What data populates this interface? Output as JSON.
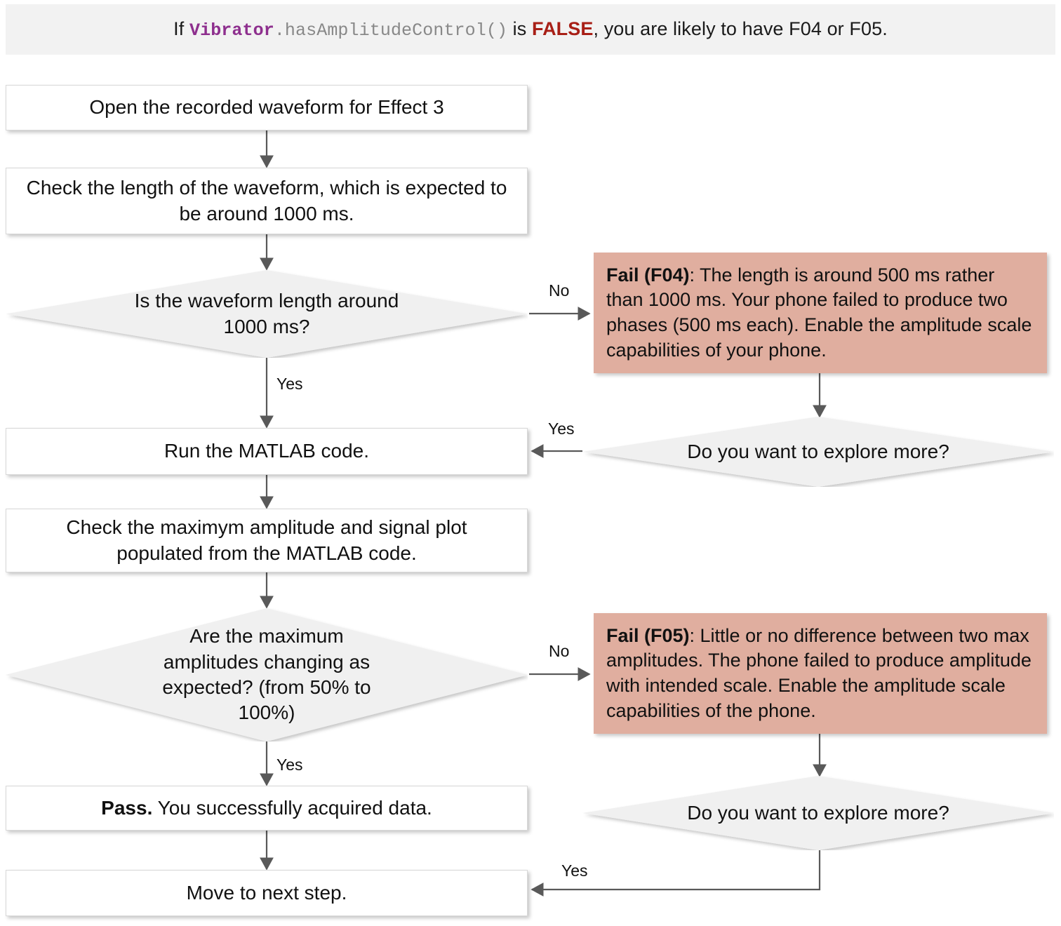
{
  "banner": {
    "prefix": "If ",
    "class_name": "Vibrator",
    "method": ".hasAmplitudeControl()",
    "mid": " is ",
    "false_word": "FALSE",
    "suffix": ", you are likely to have F04 or F05."
  },
  "nodes": {
    "open_waveform": {
      "label": "Open the recorded waveform for Effect 3"
    },
    "check_length": {
      "label": "Check the length of the waveform, which is expected to be around 1000 ms."
    },
    "decide_length": {
      "label": "Is the waveform length around 1000 ms?"
    },
    "fail_f04": {
      "bold": "Fail (F04)",
      "rest": ": The length is around 500 ms rather than 1000 ms. Your phone failed to produce two phases (500 ms each). Enable the amplitude scale capabilities of your phone."
    },
    "explore_more_top": {
      "label": "Do you want to explore more?"
    },
    "run_matlab": {
      "label": "Run the MATLAB code."
    },
    "check_amplitude": {
      "label": "Check the maximym amplitude and signal plot populated from the MATLAB code."
    },
    "decide_amplitude": {
      "label": "Are the maximum amplitudes changing as expected? (from 50% to 100%)"
    },
    "fail_f05": {
      "bold": "Fail (F05)",
      "rest": ": Little or no difference between two max amplitudes. The phone failed to produce amplitude with intended scale. Enable the amplitude scale capabilities of the phone."
    },
    "explore_more_bottom": {
      "label": "Do you want to explore more?"
    },
    "pass": {
      "bold": "Pass.",
      "rest": " You successfully acquired data."
    },
    "next_step": {
      "label": "Move to next step."
    }
  },
  "edge_labels": {
    "length_no": "No",
    "length_yes": "Yes",
    "explore_top_yes": "Yes",
    "amplitude_no": "No",
    "amplitude_yes": "Yes",
    "explore_bottom_yes": "Yes"
  },
  "colors": {
    "banner_bg": "#f2f2f2",
    "process_bg": "#ffffff",
    "process_border": "#d8d8d8",
    "decision_bg": "#f0f0f0",
    "fail_bg": "#e0ae9f",
    "edge_stroke": "#595959",
    "class_token": "#8e2f8e",
    "method_token": "#888888",
    "false_token": "#a81f16",
    "text": "#111111"
  }
}
